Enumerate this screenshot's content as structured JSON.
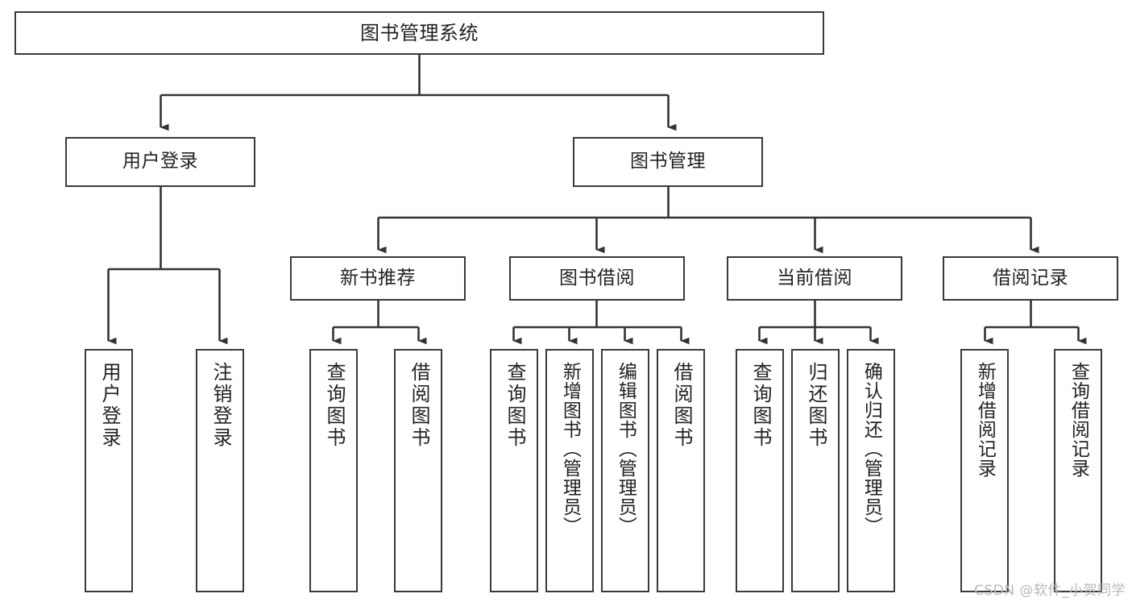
{
  "diagram": {
    "type": "tree",
    "title": "图书管理系统",
    "watermark": "CSDN @软件_小贺同学",
    "colors": {
      "box_border": "#3a3a3a",
      "box_fill": "#ffffff",
      "edge": "#333333",
      "text": "#222222",
      "watermark": "#b8b8b8"
    },
    "nodes": {
      "root": {
        "label": "图书管理系统"
      },
      "level1": [
        {
          "label": "用户登录"
        },
        {
          "label": "图书管理"
        }
      ],
      "level2": [
        {
          "label": "新书推荐"
        },
        {
          "label": "图书借阅"
        },
        {
          "label": "当前借阅"
        },
        {
          "label": "借阅记录"
        }
      ],
      "leaves": {
        "user_login": [
          {
            "label": "用户登录"
          },
          {
            "label": "注销登录"
          }
        ],
        "new_book_recommend": [
          {
            "label": "查询图书"
          },
          {
            "label": "借阅图书"
          }
        ],
        "book_borrow": [
          {
            "label": "查询图书"
          },
          {
            "label": "新增图书（管理员）"
          },
          {
            "label": "编辑图书（管理员）"
          },
          {
            "label": "借阅图书"
          }
        ],
        "current_borrow": [
          {
            "label": "查询图书"
          },
          {
            "label": "归还图书"
          },
          {
            "label": "确认归还（管理员）"
          }
        ],
        "borrow_record": [
          {
            "label": "新增借阅记录"
          },
          {
            "label": "查询借阅记录"
          }
        ]
      }
    }
  }
}
